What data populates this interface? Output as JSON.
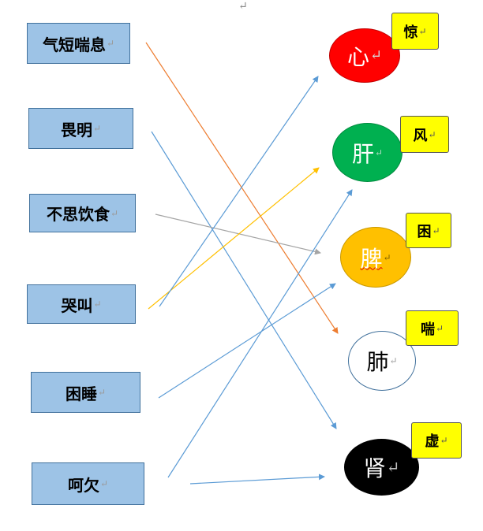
{
  "return_mark": "↵",
  "symptoms": [
    {
      "id": "s1",
      "label": "气短喘息"
    },
    {
      "id": "s2",
      "label": "畏明"
    },
    {
      "id": "s3",
      "label": "不思饮食"
    },
    {
      "id": "s4",
      "label": "哭叫"
    },
    {
      "id": "s5",
      "label": "困睡"
    },
    {
      "id": "s6",
      "label": "呵欠"
    }
  ],
  "organs": [
    {
      "id": "o1",
      "label": "心",
      "fill": "#ff0000",
      "text_color": "#ffffff",
      "tag": "惊"
    },
    {
      "id": "o2",
      "label": "肝",
      "fill": "#00b050",
      "text_color": "#ffffff",
      "tag": "风"
    },
    {
      "id": "o3",
      "label": "脾",
      "fill": "#ffc000",
      "text_color": "#ffffff",
      "tag": "困"
    },
    {
      "id": "o4",
      "label": "肺",
      "fill": "#ffffff",
      "text_color": "#000000",
      "tag": "喘"
    },
    {
      "id": "o5",
      "label": "肾",
      "fill": "#000000",
      "text_color": "#ffffff",
      "tag": "虚"
    }
  ],
  "connections": [
    {
      "from": "s1",
      "to": "o4",
      "color": "#ed7d31"
    },
    {
      "from": "s2",
      "to": "o5",
      "color": "#5b9bd5"
    },
    {
      "from": "s3",
      "to": "o3",
      "color": "#a5a5a5"
    },
    {
      "from": "s4",
      "to": "o2",
      "color": "#ffc000"
    },
    {
      "from": "s4",
      "to": "o1",
      "color": "#5b9bd5"
    },
    {
      "from": "s5",
      "to": "o3",
      "color": "#5b9bd5"
    },
    {
      "from": "s6",
      "to": "o2",
      "color": "#5b9bd5"
    },
    {
      "from": "s6",
      "to": "o5",
      "color": "#5b9bd5"
    }
  ]
}
